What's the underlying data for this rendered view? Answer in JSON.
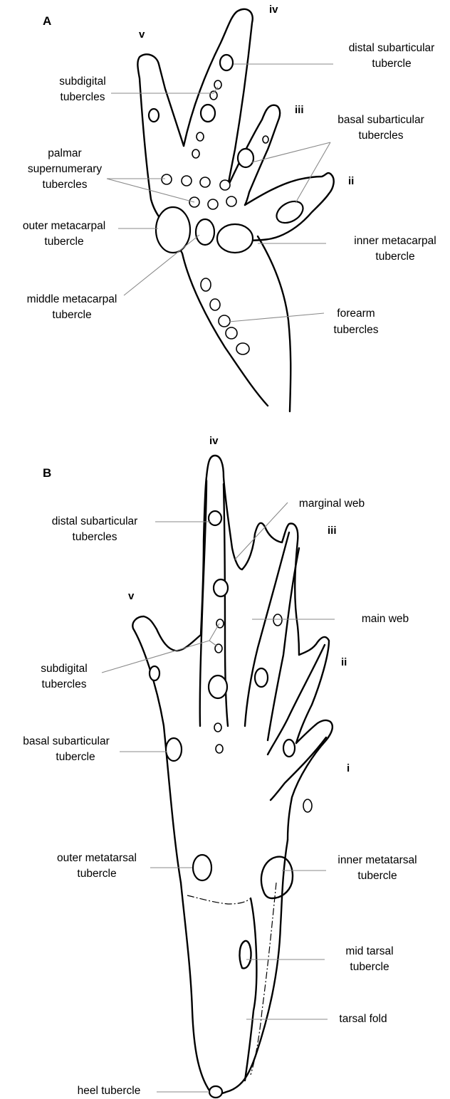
{
  "panels": {
    "a": "A",
    "b": "B"
  },
  "hand": {
    "digits": {
      "v": "v",
      "iv": "iv",
      "iii": "iii",
      "ii": "ii"
    },
    "labels": {
      "distal_subarticular_1": "distal subarticular",
      "distal_subarticular_2": "tubercle",
      "subdigital_1": "subdigital",
      "subdigital_2": "tubercles",
      "basal_subarticular_1": "basal subarticular",
      "basal_subarticular_2": "tubercles",
      "palmar_1": "palmar",
      "palmar_2": "supernumerary",
      "palmar_3": "tubercles",
      "outer_metacarpal_1": "outer metacarpal",
      "outer_metacarpal_2": "tubercle",
      "inner_metacarpal_1": "inner metacarpal",
      "inner_metacarpal_2": "tubercle",
      "middle_metacarpal_1": "middle metacarpal",
      "middle_metacarpal_2": "tubercle",
      "forearm_1": "forearm",
      "forearm_2": "tubercles"
    }
  },
  "foot": {
    "digits": {
      "iv": "iv",
      "iii": "iii",
      "v": "v",
      "ii": "ii",
      "i": "i"
    },
    "labels": {
      "distal_subarticular_1": "distal subarticular",
      "distal_subarticular_2": "tubercles",
      "marginal_web": "marginal web",
      "main_web": "main web",
      "subdigital_1": "subdigital",
      "subdigital_2": "tubercles",
      "basal_subarticular_1": "basal subarticular",
      "basal_subarticular_2": "tubercle",
      "outer_metatarsal_1": "outer metatarsal",
      "outer_metatarsal_2": "tubercle",
      "inner_metatarsal_1": "inner metatarsal",
      "inner_metatarsal_2": "tubercle",
      "mid_tarsal_1": "mid tarsal",
      "mid_tarsal_2": "tubercle",
      "tarsal_fold": "tarsal fold",
      "heel_tubercle": "heel tubercle"
    }
  }
}
